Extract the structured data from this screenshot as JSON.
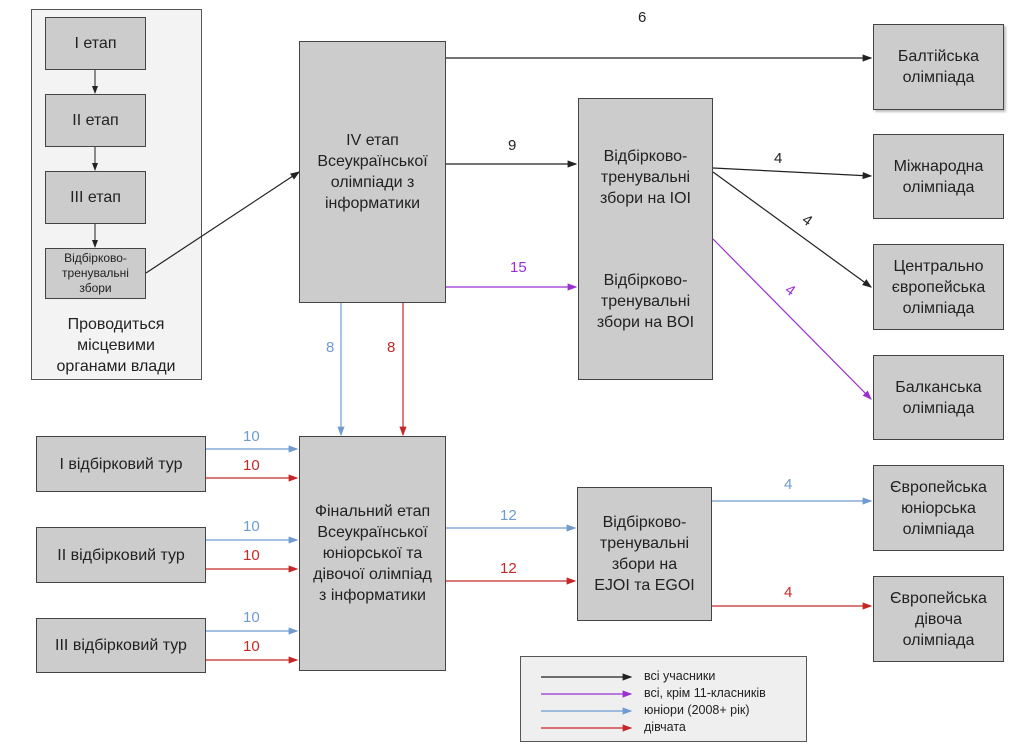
{
  "colors": {
    "all": "#222222",
    "no_11": "#9b30d0",
    "juniors": "#6f9bd1",
    "girls": "#c62828",
    "box_fill": "#cccccc",
    "panel_fill": "#f3f3f3"
  },
  "local_panel": {
    "stages": [
      "I етап",
      "II етап",
      "III етап",
      "Відбірково-\nтренувальні\nзбори"
    ],
    "caption": "Проводиться\nмісцевими\nорганами влади"
  },
  "nodes": {
    "stage4": "IV етап\nВсеукраїнської\nолімпіади з\nінформатики",
    "camp_ioi": "Відбірково-\nтренувальні\nзбори на IOI",
    "camp_boi": "Відбірково-\nтренувальні\nзбори на BOI",
    "final_junior_girls": "Фінальний етап\nВсеукраїнської\nюніорської та\nдівочої олімпіад\nз інформатики",
    "camp_ejoi_egoi": "Відбірково-\nтренувальні\nзбори на\nEJOI та EGOI",
    "tour1": "I відбірковий тур",
    "tour2": "II відбірковий тур",
    "tour3": "III відбірковий тур",
    "baltic": "Балтійська\nолімпіада",
    "ioi": "Міжнародна\nолімпіада",
    "ceoi": "Центрально\nєвропейська\nолімпіада",
    "balkan": "Балканська\nолімпіада",
    "ejoi": "Європейська\nюніорська\nолімпіада",
    "egoi": "Європейська\nдівоча\nолімпіада"
  },
  "edges": [
    {
      "from": "local_camp",
      "to": "stage4",
      "type": "all",
      "label": ""
    },
    {
      "from": "stage4",
      "to": "baltic",
      "type": "all",
      "label": "6"
    },
    {
      "from": "stage4",
      "to": "camp_ioi",
      "type": "all",
      "label": "9"
    },
    {
      "from": "stage4",
      "to": "camp_boi",
      "type": "no_11",
      "label": "15"
    },
    {
      "from": "camp_ioi",
      "to": "ioi",
      "type": "all",
      "label": "4"
    },
    {
      "from": "camp_ioi",
      "to": "ceoi",
      "type": "all",
      "label": "4"
    },
    {
      "from": "camp_boi",
      "to": "balkan",
      "type": "no_11",
      "label": "4"
    },
    {
      "from": "stage4",
      "to": "final_junior_girls",
      "type": "juniors",
      "label": "8"
    },
    {
      "from": "stage4",
      "to": "final_junior_girls",
      "type": "girls",
      "label": "8"
    },
    {
      "from": "tour1",
      "to": "final_junior_girls",
      "type": "juniors",
      "label": "10"
    },
    {
      "from": "tour1",
      "to": "final_junior_girls",
      "type": "girls",
      "label": "10"
    },
    {
      "from": "tour2",
      "to": "final_junior_girls",
      "type": "juniors",
      "label": "10"
    },
    {
      "from": "tour2",
      "to": "final_junior_girls",
      "type": "girls",
      "label": "10"
    },
    {
      "from": "tour3",
      "to": "final_junior_girls",
      "type": "juniors",
      "label": "10"
    },
    {
      "from": "tour3",
      "to": "final_junior_girls",
      "type": "girls",
      "label": "10"
    },
    {
      "from": "final_junior_girls",
      "to": "camp_ejoi_egoi",
      "type": "juniors",
      "label": "12"
    },
    {
      "from": "final_junior_girls",
      "to": "camp_ejoi_egoi",
      "type": "girls",
      "label": "12"
    },
    {
      "from": "camp_ejoi_egoi",
      "to": "ejoi",
      "type": "juniors",
      "label": "4"
    },
    {
      "from": "camp_ejoi_egoi",
      "to": "egoi",
      "type": "girls",
      "label": "4"
    }
  ],
  "legend": [
    {
      "type": "all",
      "text": "всі учасники"
    },
    {
      "type": "no_11",
      "text": "всі, крім 11-класників"
    },
    {
      "type": "juniors",
      "text": "юніори (2008+ рік)"
    },
    {
      "type": "girls",
      "text": "дівчата"
    }
  ]
}
